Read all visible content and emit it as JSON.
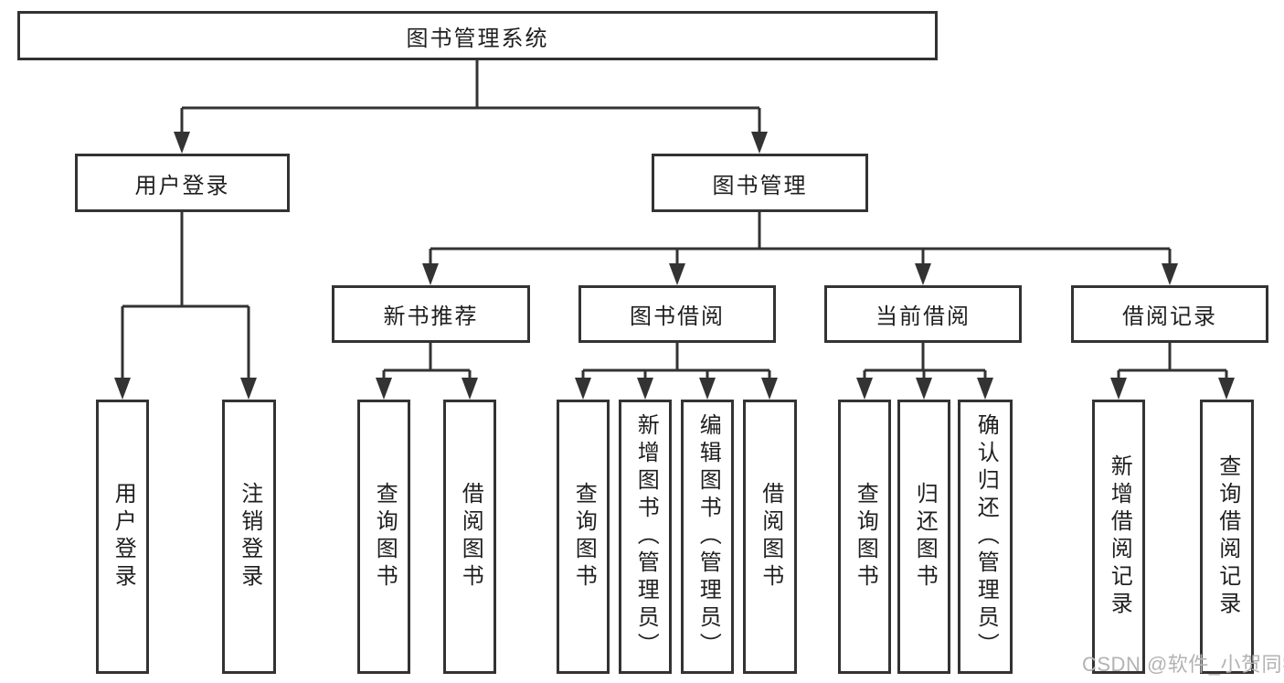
{
  "root": {
    "label": "图书管理系统"
  },
  "branches": [
    {
      "label": "用户登录",
      "children": [
        {
          "label": "用户登录"
        },
        {
          "label": "注销登录"
        }
      ]
    },
    {
      "label": "图书管理",
      "children": [
        {
          "label": "新书推荐",
          "children": [
            {
              "label": "查询图书"
            },
            {
              "label": "借阅图书"
            }
          ]
        },
        {
          "label": "图书借阅",
          "children": [
            {
              "label": "查询图书"
            },
            {
              "label": "新增图书（管理员）"
            },
            {
              "label": "编辑图书（管理员）"
            },
            {
              "label": "借阅图书"
            }
          ]
        },
        {
          "label": "当前借阅",
          "children": [
            {
              "label": "查询图书"
            },
            {
              "label": "归还图书"
            },
            {
              "label": "确认归还（管理员）"
            }
          ]
        },
        {
          "label": "借阅记录",
          "children": [
            {
              "label": "新增借阅记录"
            },
            {
              "label": "查询借阅记录"
            }
          ]
        }
      ]
    }
  ],
  "watermark": {
    "text": "CSDN @软件_小贺同学"
  },
  "colors": {
    "line": "#333333",
    "box_border": "#333333",
    "box_fill": "#ffffff",
    "text": "#1f1f1f",
    "watermark": "#b3b3b3"
  }
}
